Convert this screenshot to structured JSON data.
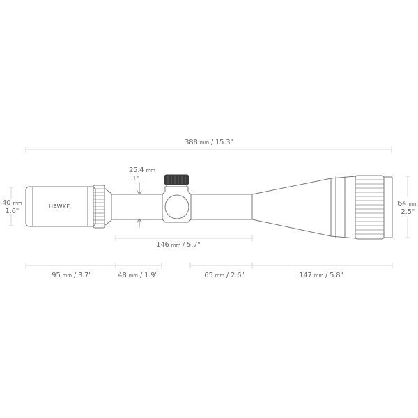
{
  "product": {
    "brand": "HAWKE",
    "type": "riflescope side-profile dimension drawing"
  },
  "dimensions": {
    "overall_length": {
      "mm": "388",
      "unit_mm": "mm",
      "inch": "15.3\""
    },
    "objective_diameter": {
      "mm": "64",
      "unit_mm": "mm",
      "inch": "2.5\""
    },
    "eyepiece_diameter": {
      "mm": "40",
      "unit_mm": "mm",
      "inch": "1.6\""
    },
    "tube_diameter": {
      "mm": "25.4",
      "unit_mm": "mm",
      "inch": "1\""
    },
    "mounting_length": {
      "mm": "146",
      "unit_mm": "mm",
      "inch": "5.7\""
    },
    "segments": [
      {
        "mm": "95",
        "unit_mm": "mm",
        "inch": "3.7\""
      },
      {
        "mm": "48",
        "unit_mm": "mm",
        "inch": "1.9\""
      },
      {
        "mm": "65",
        "unit_mm": "mm",
        "inch": "2.6\""
      },
      {
        "mm": "147",
        "unit_mm": "mm",
        "inch": "5.8\""
      }
    ]
  },
  "colors": {
    "outline": "#7a7a7a",
    "dimension_line": "#cfcfcf",
    "label": "#6a6a6a",
    "turret_cap": "#3a3a3a"
  }
}
